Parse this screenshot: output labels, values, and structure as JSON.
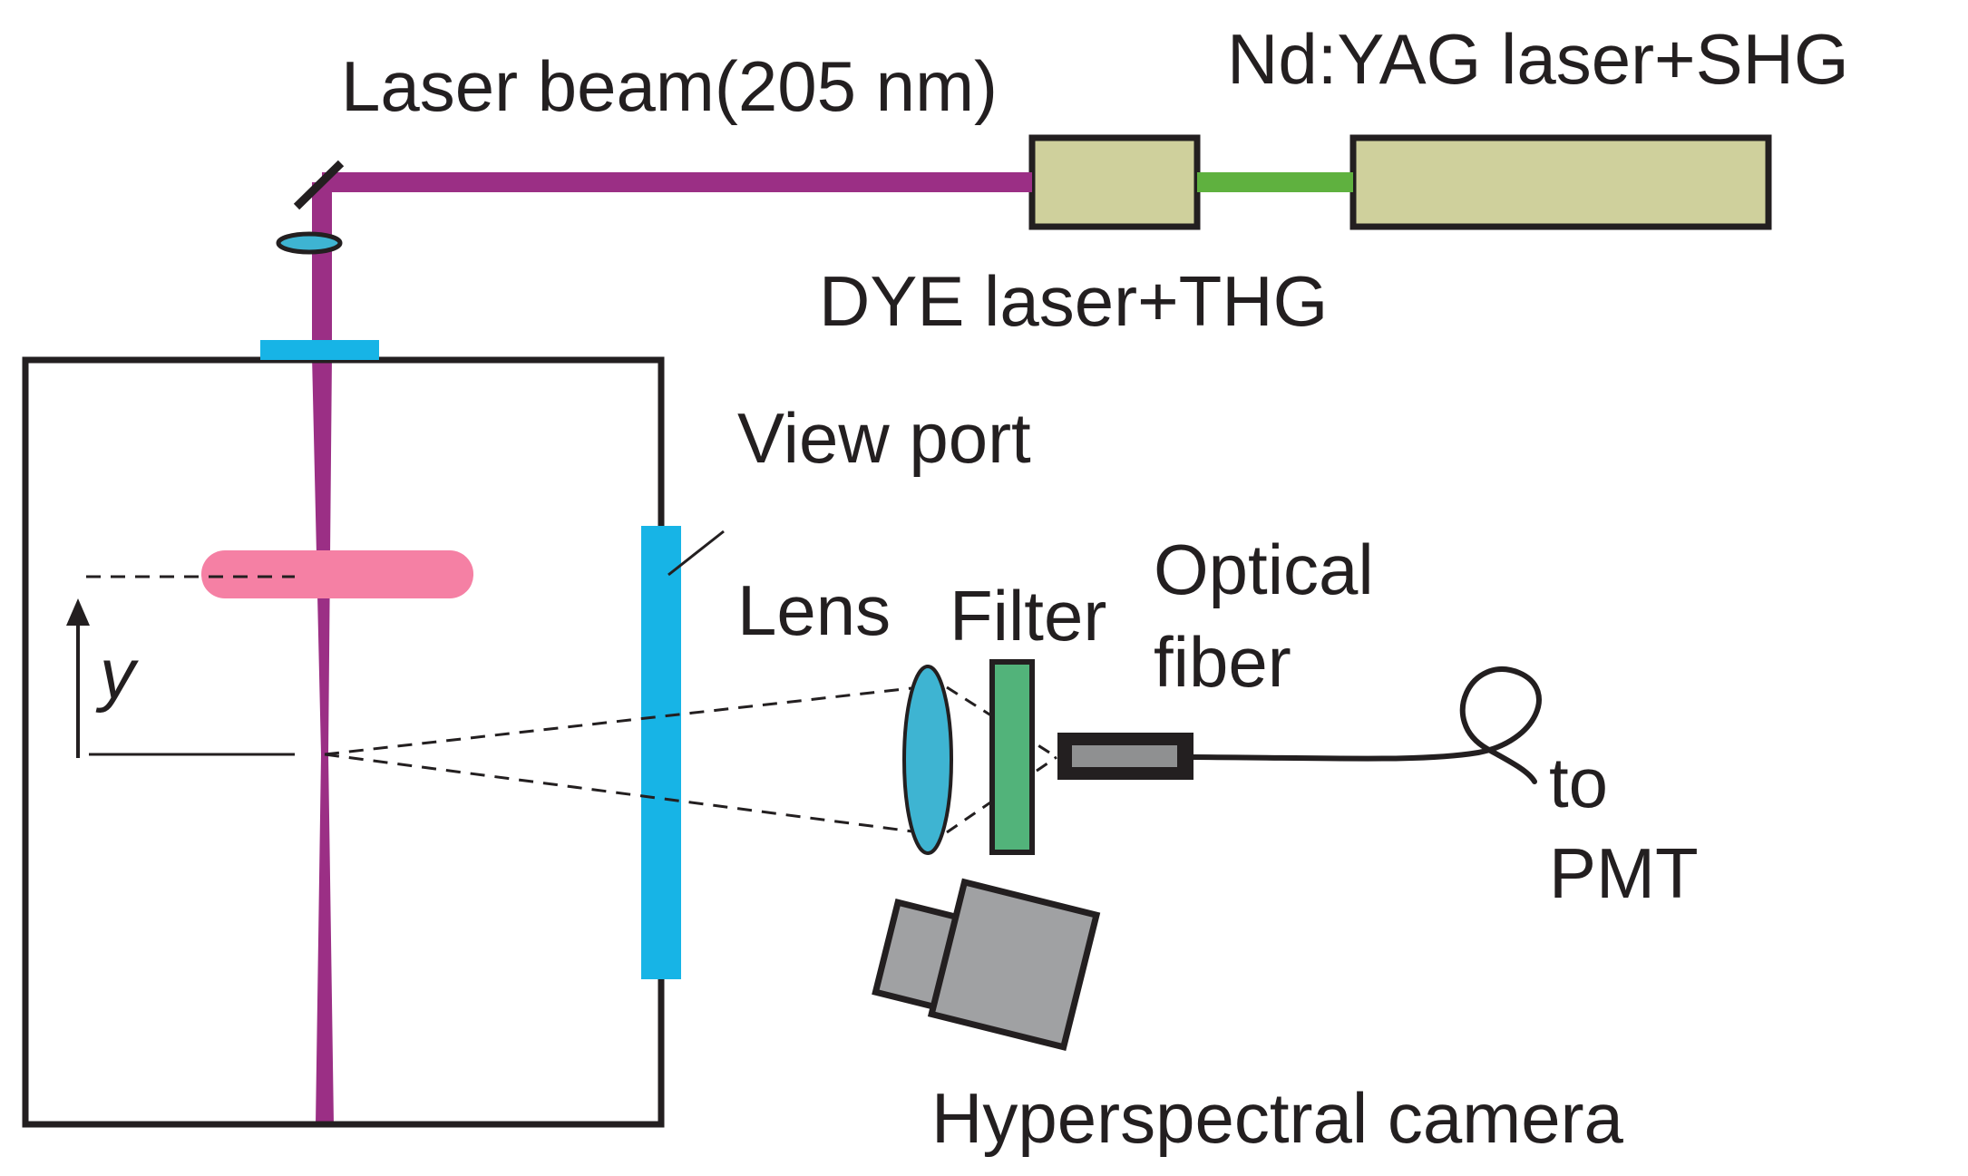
{
  "labels": {
    "laser_beam": "Laser beam(205 nm)",
    "ndyag": "Nd:YAG laser+SHG",
    "dye": "DYE laser+THG",
    "view_port": "View port",
    "lens": "Lens",
    "filter": "Filter",
    "optical": "Optical",
    "fiber": "fiber",
    "to": "to",
    "pmt": "PMT",
    "y_axis": "y",
    "camera": "Hyperspectral camera"
  },
  "colors": {
    "beam_uv": "#9b2f85",
    "beam_green": "#5fb13f",
    "laser_box": "#cfd09c",
    "window_blue": "#17b4e6",
    "lens_blue": "#3eb4d2",
    "filter_green": "#52b37a",
    "plasma_pink": "#f580a4",
    "camera_gray": "#a0a1a3",
    "fiber_gray": "#8f9091",
    "outline": "#231f20"
  }
}
